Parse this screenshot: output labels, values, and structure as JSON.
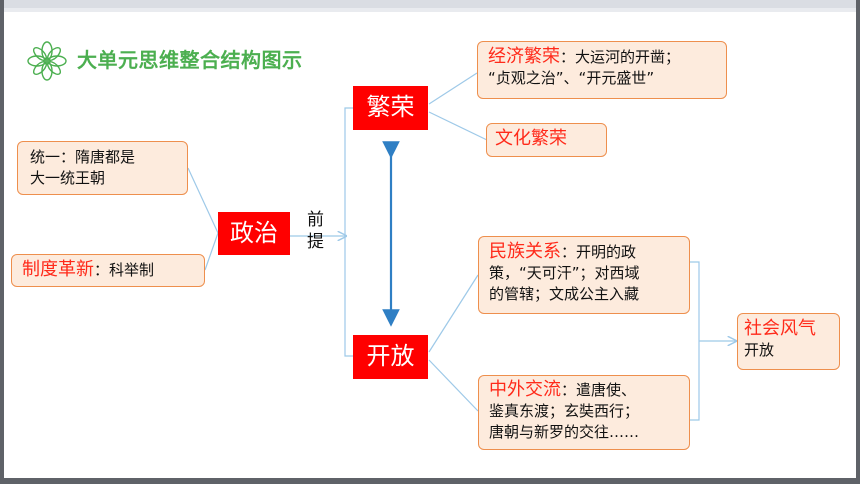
{
  "title": "大单元思维整合结构图示",
  "colors": {
    "accent_green": "#4caf50",
    "keyword_red": "#ff2a1a",
    "box_fill": "#fdebdd",
    "box_border": "#ee8f4d",
    "connector": "#9ec9e8",
    "arrow": "#2f7fc4"
  },
  "icons": {
    "logo": "flower-icon"
  },
  "left": {
    "unify_box": {
      "line1": "统一：隋唐都是",
      "line2": "大一统王朝"
    },
    "reform_box": {
      "keyword": "制度革新",
      "text": "：科举制"
    }
  },
  "center": {
    "politics": "政治",
    "premise_line1": "前",
    "premise_line2": "提",
    "prosperity": "繁荣",
    "openness": "开放"
  },
  "right_top": {
    "economy": {
      "keyword": "经济繁荣",
      "line1": "：大运河的开凿；",
      "line2": "“贞观之治”、“开元盛世”"
    },
    "culture": {
      "keyword": "文化繁荣"
    }
  },
  "right_bottom": {
    "ethnic": {
      "keyword": "民族关系",
      "line1": "：开明的政",
      "line2": "策，“天可汗”；对西域",
      "line3": "的管辖；文成公主入藏"
    },
    "foreign": {
      "keyword": "中外交流",
      "line1": "：遣唐使、",
      "line2": "鉴真东渡；玄奘西行；",
      "line3": "唐朝与新罗的交往……"
    }
  },
  "social": {
    "keyword": "社会风气",
    "text": "开放"
  }
}
